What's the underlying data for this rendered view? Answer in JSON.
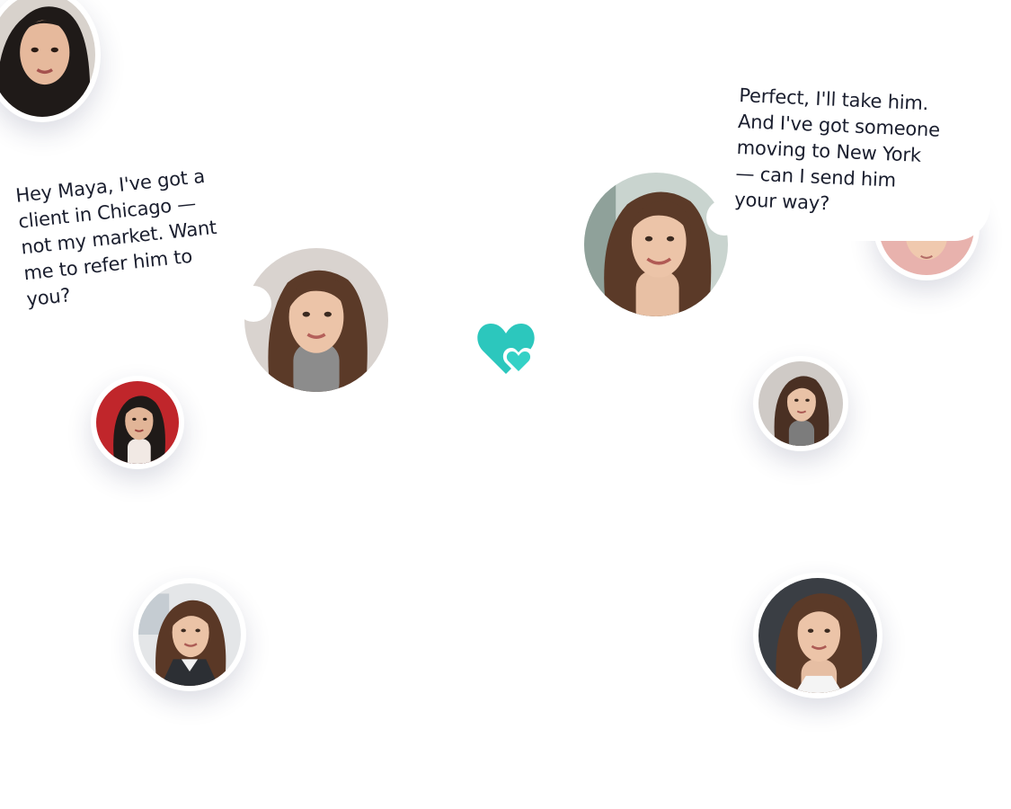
{
  "messages": {
    "left": {
      "lines": [
        "Hey Maya, I've got a",
        "client in Chicago —",
        "not my market. Want",
        "me to refer him to",
        "you?"
      ]
    },
    "right": {
      "lines": [
        "Perfect, I'll take him.",
        "And I've got someone",
        "moving to New York",
        "— can I send him",
        "your way?"
      ]
    }
  },
  "icons": {
    "center": "double-heart-icon"
  },
  "colors": {
    "accent": "#2cc7bd",
    "text": "#1a1e2e",
    "hair_dark": "#1f1a18",
    "hair_brown": "#5b3a28",
    "skin": "#e9c2a6",
    "red_bg": "#c0262b",
    "pink_bg": "#e8b2ad"
  }
}
